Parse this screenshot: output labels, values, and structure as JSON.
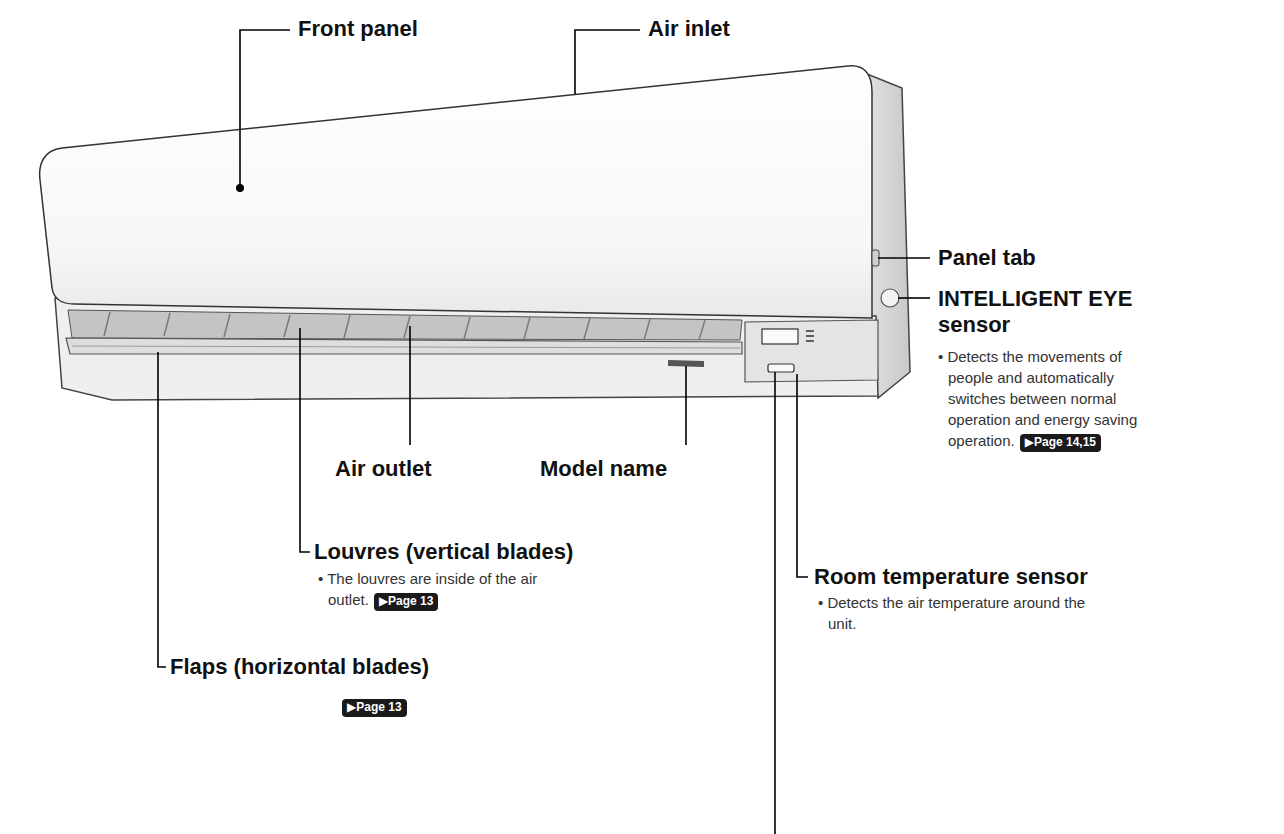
{
  "diagram": {
    "nodes": [
      {
        "text": [
          "▶Page 14,15"
        ]
      },
      {
        "text": [
          "▶Page 13"
        ]
      },
      {
        "text": [
          "▶Page 13"
        ]
      }
    ],
    "labels": [
      "Front panel",
      "Air inlet",
      "Panel tab",
      "INTELLIGENT EYE sensor",
      "• Detects the movements of people and automatically switches between normal operation and energy saving operation.",
      "Air outlet",
      "Model name",
      "Louvres (vertical blades)",
      "• The louvres are inside of the air outlet.",
      "Room temperature sensor",
      "• Detects the air temperature around the unit.",
      "Flaps (horizontal blades)"
    ]
  }
}
